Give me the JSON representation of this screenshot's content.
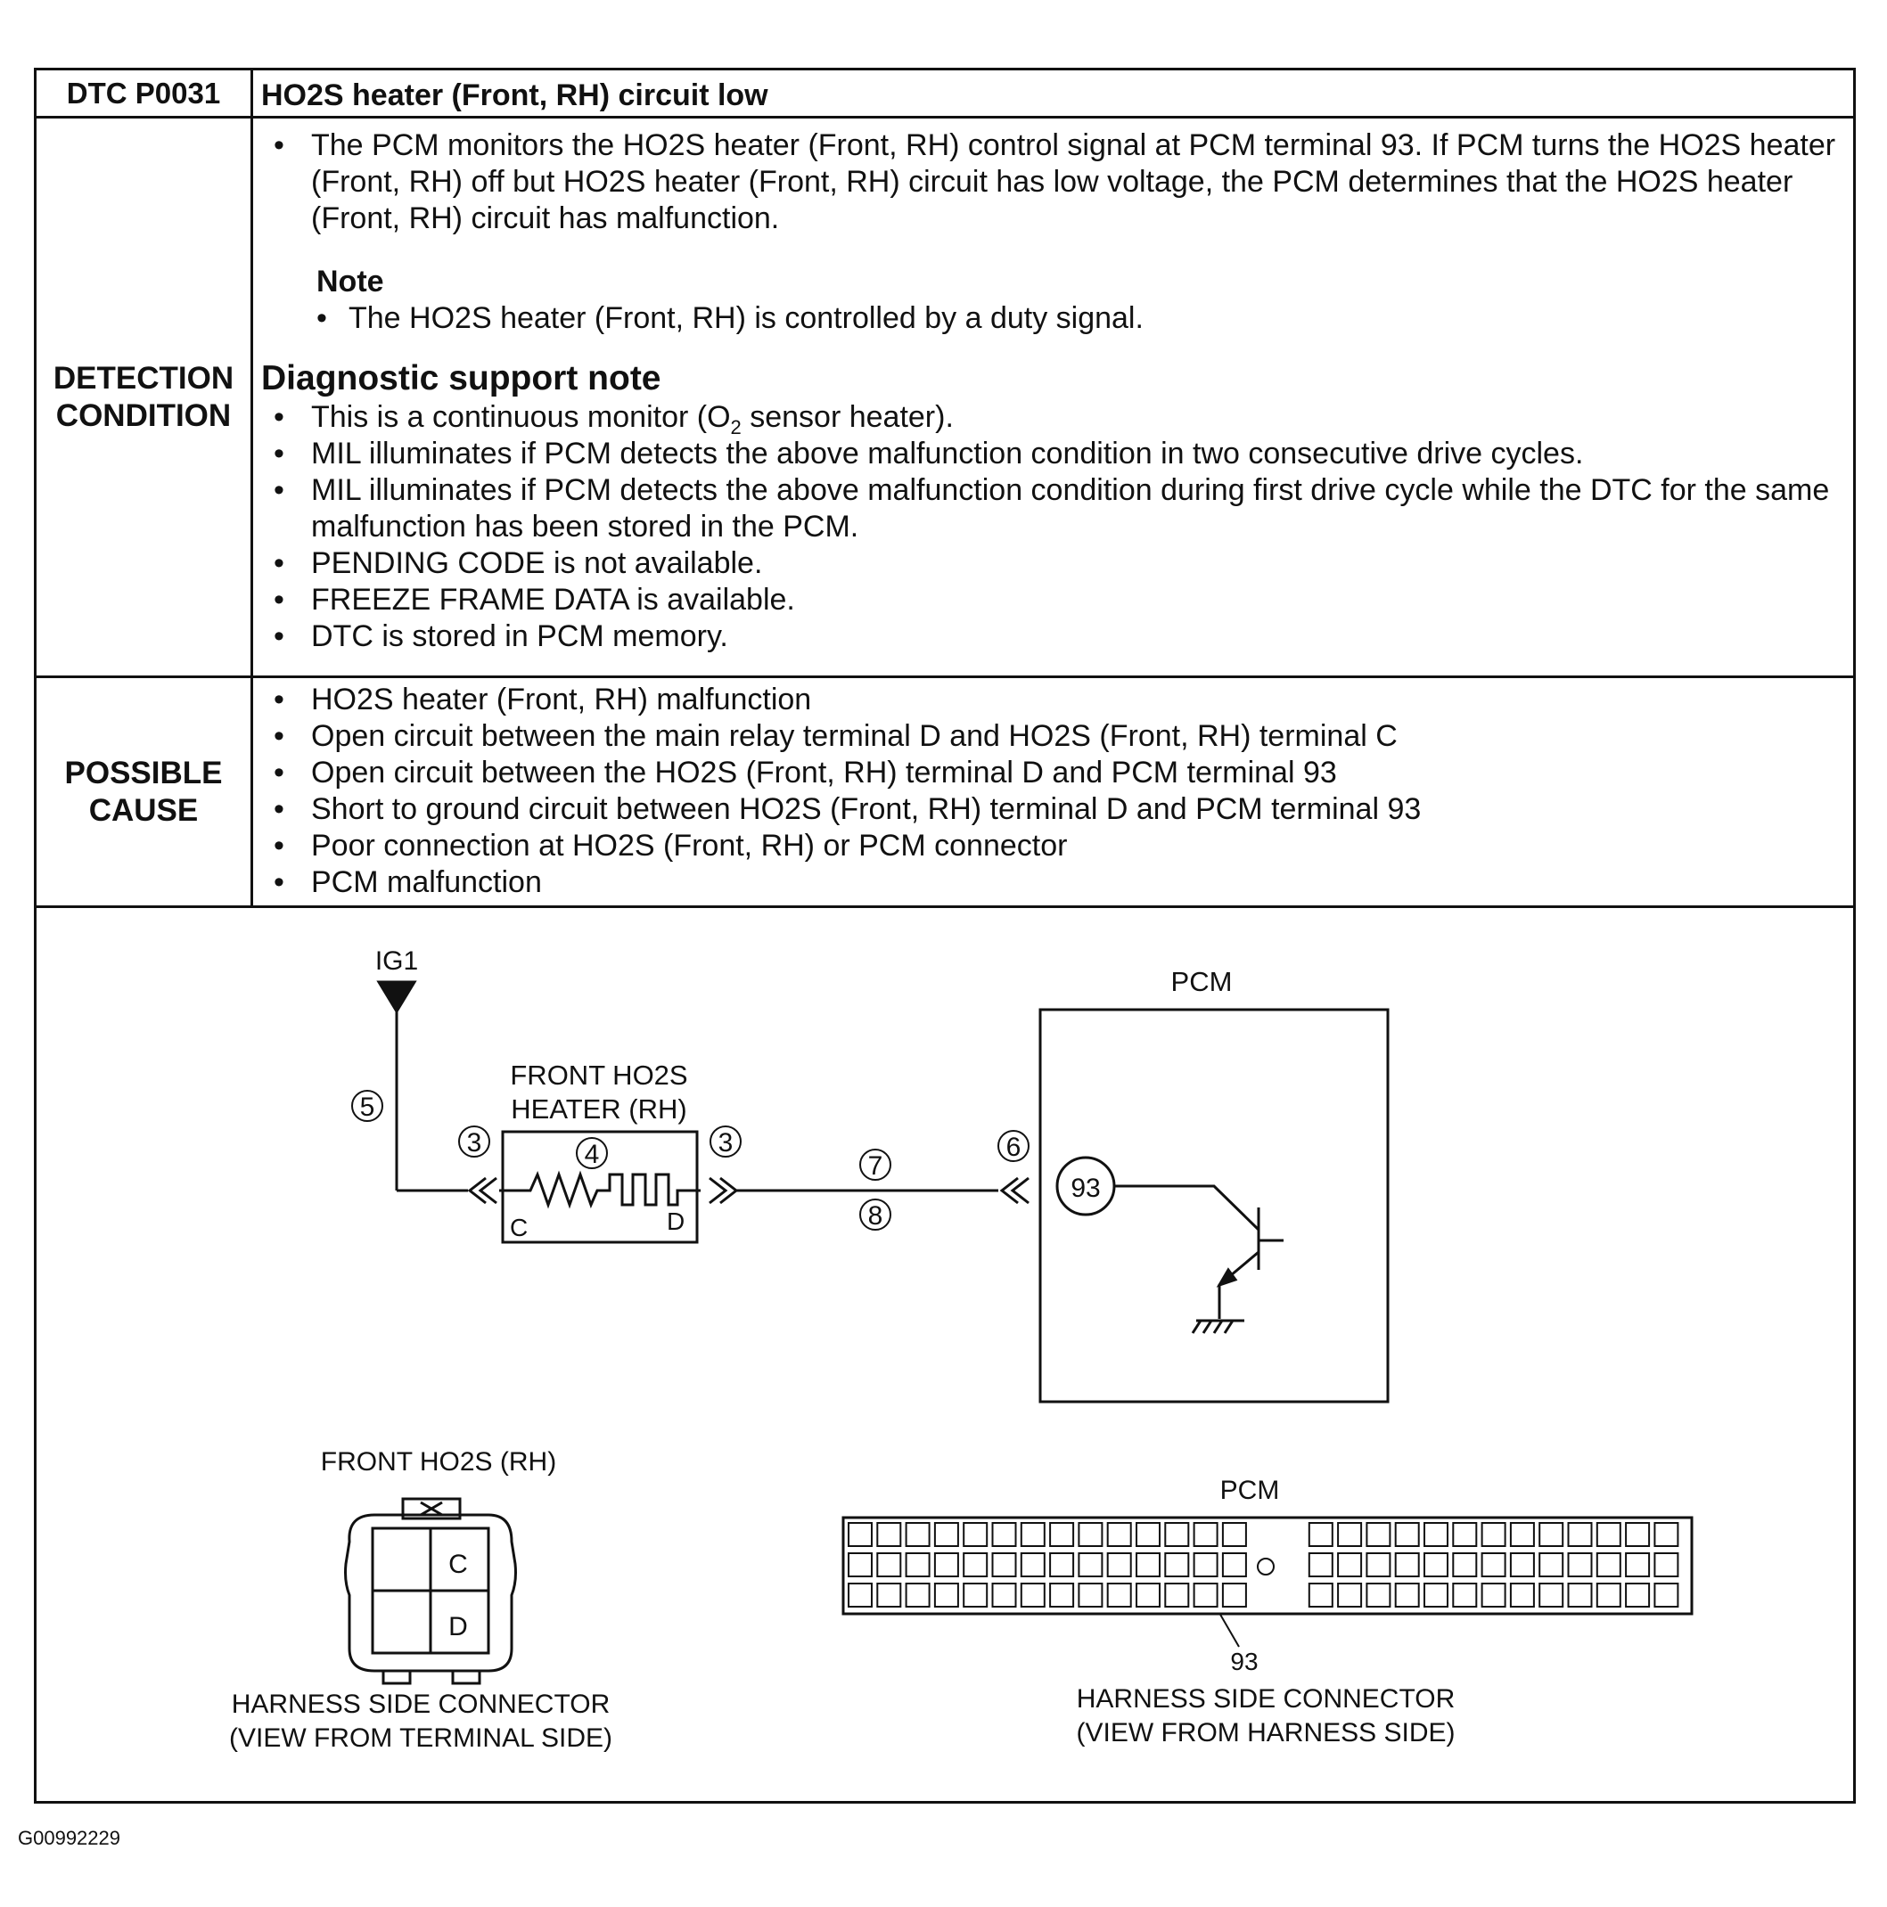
{
  "header": {
    "dtc_code": "DTC P0031",
    "dtc_title": "HO2S heater (Front, RH) circuit low"
  },
  "detection": {
    "label": "DETECTION\nCONDITION",
    "bullet1": "The PCM monitors the HO2S heater (Front, RH) control signal at PCM terminal 93. If PCM turns the HO2S heater (Front, RH) off but HO2S heater (Front, RH) circuit has low voltage, the PCM determines that the HO2S heater (Front, RH) circuit has malfunction.",
    "note_heading": "Note",
    "note_item": "The HO2S heater (Front, RH) is controlled by a duty signal.",
    "support_heading": "Diagnostic support note",
    "support_item1_prefix": "This is a continuous monitor (O",
    "support_item1_sub": "2",
    "support_item1_suffix": " sensor heater).",
    "support_items": [
      "MIL illuminates if PCM detects the above malfunction condition in two consecutive drive cycles.",
      "MIL illuminates if PCM detects the above malfunction condition during first drive cycle while the DTC for the same malfunction has been stored in the PCM.",
      "PENDING CODE is not available.",
      "FREEZE FRAME DATA is available.",
      "DTC is stored in PCM memory."
    ]
  },
  "cause": {
    "label": "POSSIBLE\nCAUSE",
    "items": [
      "HO2S heater (Front, RH) malfunction",
      "Open circuit between the main relay terminal D and HO2S (Front, RH) terminal C",
      "Open circuit between the HO2S (Front, RH) terminal D and PCM terminal 93",
      "Short to ground circuit between HO2S (Front, RH) terminal D and PCM terminal 93",
      "Poor connection at HO2S (Front, RH) or PCM connector",
      "PCM malfunction"
    ]
  },
  "diagram": {
    "ig1": "IG1",
    "pcm": "PCM",
    "heater_line1": "FRONT HO2S",
    "heater_line2": "HEATER (RH)",
    "term_c": "C",
    "term_d": "D",
    "pin_93": "93",
    "callouts": [
      "5",
      "3",
      "4",
      "3",
      "7",
      "8",
      "6"
    ],
    "conn_left_title": "FRONT HO2S  (RH)",
    "conn_left_c": "C",
    "conn_left_d": "D",
    "conn_left_cap1": "HARNESS SIDE CONNECTOR",
    "conn_left_cap2": "(VIEW FROM TERMINAL SIDE)",
    "conn_right_title": "PCM",
    "conn_right_pin": "93",
    "conn_right_cap1": "HARNESS SIDE CONNECTOR",
    "conn_right_cap2": "(VIEW FROM HARNESS SIDE)"
  },
  "figure_id": "G00992229"
}
